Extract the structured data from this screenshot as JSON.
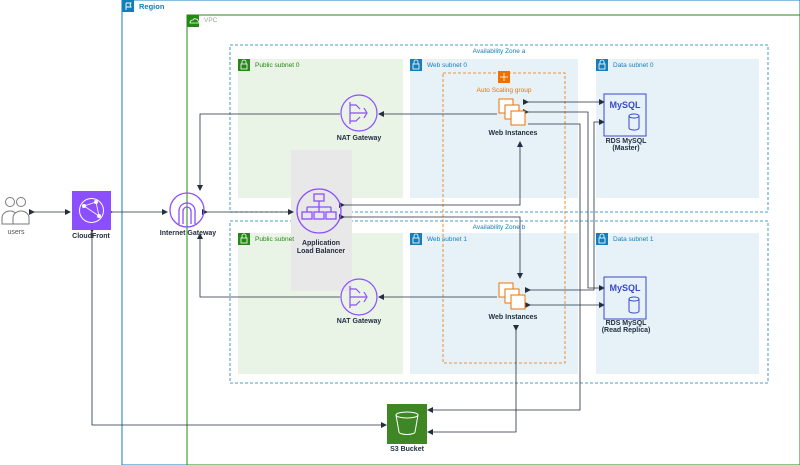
{
  "region": {
    "label": "Region"
  },
  "vpc": {
    "label": "VPC"
  },
  "zones": [
    {
      "label": "Availability Zone a"
    },
    {
      "label": "Availability Zone b"
    }
  ],
  "subnets": {
    "public0": "Public subnet 0",
    "public1": "Public subnet",
    "web0": "Web subnet 0",
    "web1": "Web subnet 1",
    "data0": "Data subnet 0",
    "data1": "Data subnet 1"
  },
  "asg": {
    "label": "Auto Scaling group"
  },
  "nodes": {
    "users": "users",
    "cloudfront": "CloudFront",
    "igw": "Internet Gateway",
    "alb_line1": "Application",
    "alb_line2": "Load Balancer",
    "nat0": "NAT Gateway",
    "nat1": "NAT Gateway",
    "web0": "Web Instances",
    "web1": "Web Instances",
    "rds0_line1": "RDS MySQL",
    "rds0_line2": "(Master)",
    "rds1_line1": "RDS MySQL",
    "rds1_line2": "(Read Replica)",
    "s3": "S3 Bucket"
  },
  "icon_text": {
    "mysql": "MySQL"
  },
  "colors": {
    "region": "#147eba",
    "vpc": "#248814",
    "az": "#147eba",
    "public_fill": "#e9f3e6",
    "public_text": "#248814",
    "private_fill": "#e6f2f8",
    "private_text": "#147eba",
    "asg": "#ed7100",
    "network": "#8c4fff",
    "database": "#3b48cc",
    "storage": "#3f8624",
    "compute": "#ed7100",
    "alb_bg": "#e8e8e8",
    "line": "#232f3e"
  }
}
